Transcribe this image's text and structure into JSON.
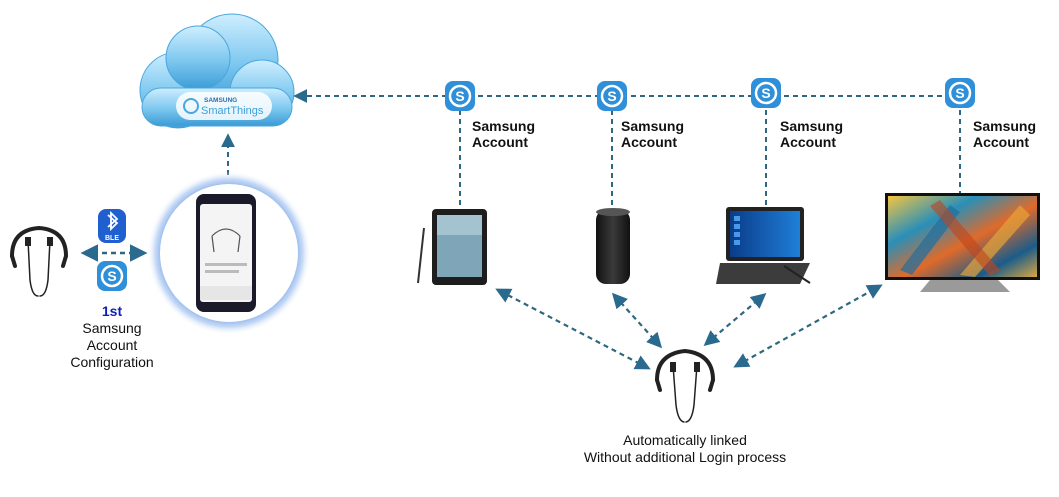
{
  "cloud": {
    "brand_small": "SAMSUNG",
    "brand_large": "SmartThings"
  },
  "devices": [
    {
      "name": "tablet",
      "account_line1": "Samsung",
      "account_line2": "Account"
    },
    {
      "name": "speaker",
      "account_line1": "Samsung",
      "account_line2": "Account"
    },
    {
      "name": "laptop",
      "account_line1": "Samsung",
      "account_line2": "Account"
    },
    {
      "name": "tv",
      "account_line1": "Samsung",
      "account_line2": "Account"
    }
  ],
  "ble_badge": "BLE",
  "first_config": {
    "line1": "1st",
    "line2": "Samsung",
    "line3": "Account",
    "line4": "Configuration"
  },
  "footer": {
    "line1": "Automatically linked",
    "line2": "Without additional  Login process"
  },
  "colors": {
    "connector": "#2e6880",
    "arrow": "#2a6a8e",
    "account_icon": "#2f8fd8",
    "first_label": "#0d1fb8",
    "cloud": "#6bbcea"
  }
}
